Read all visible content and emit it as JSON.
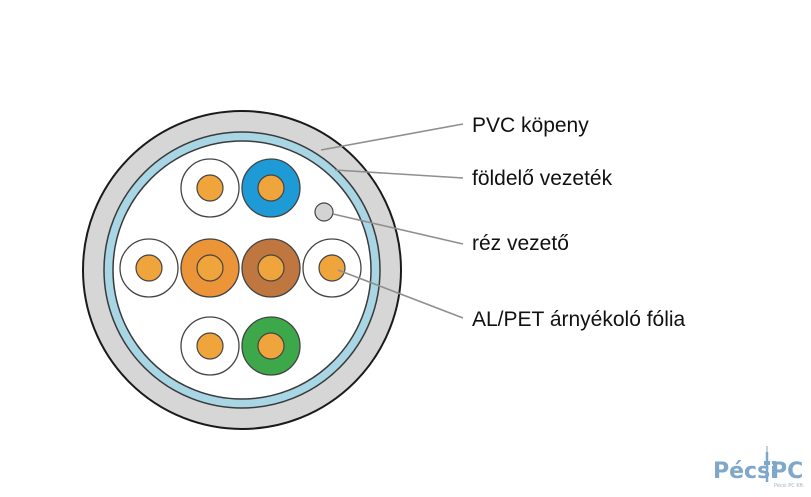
{
  "labels": {
    "pvc_jacket": "PVC köpeny",
    "drain_wire": "földelő vezeték",
    "copper_conductor": "réz vezető",
    "shield_foil": "AL/PET árnyékoló fólia"
  },
  "logo": {
    "text_left": "Pécsi",
    "text_right": "PC",
    "tagline": "Pécsi PC Kft."
  },
  "colors": {
    "jacket": "#d6d6d6",
    "foil": "#a9d6e5",
    "insulation_white": "#ffffff",
    "insulation_blue": "#1e9bd7",
    "insulation_orange": "#eb9438",
    "insulation_brown": "#c0773f",
    "insulation_green": "#3da84a",
    "copper": "#f0a43c",
    "leader_line": "#8f8f8f",
    "logo": "#7fa7c9"
  }
}
